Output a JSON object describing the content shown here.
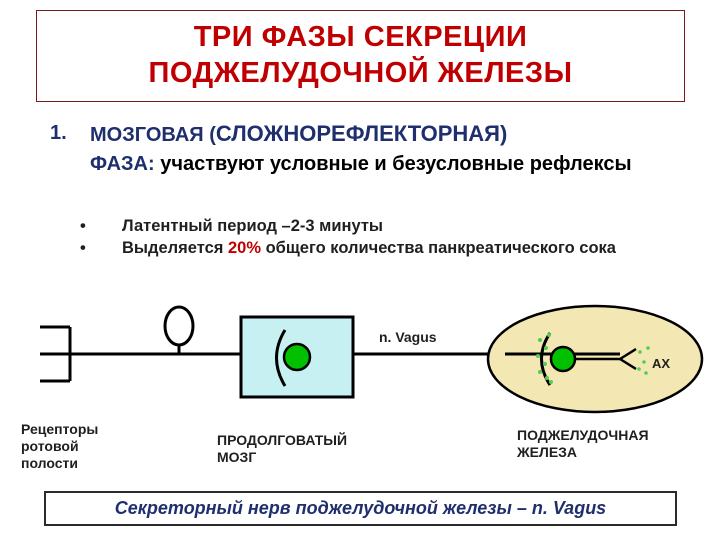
{
  "title": {
    "line1": "ТРИ ФАЗЫ СЕКРЕЦИИ",
    "line2": "ПОДЖЕЛУДОЧНОЙ ЖЕЛЕЗЫ"
  },
  "phase": {
    "number": "1.",
    "name_prefix": "МОЗГОВАЯ (",
    "name_main": "СЛОЖНОРЕФЛЕКТОРНАЯ)",
    "name_suffix": "ФАЗА:",
    "description": " участвуют условные и безусловные рефлексы"
  },
  "bullets": [
    {
      "marker": "•",
      "text": "Латентный период –2-3 минуты"
    },
    {
      "marker": "•",
      "text_before": "Выделяется ",
      "highlight": "20%",
      "text_after": " общего количества панкреатического сока"
    }
  ],
  "diagram": {
    "label_receptors": [
      "Рецепторы",
      "ротовой",
      "полости"
    ],
    "label_medulla": [
      "ПРОДОЛГОВАТЫЙ",
      "МОЗГ"
    ],
    "label_pancreas": [
      "ПОДЖЕЛУДОЧНАЯ",
      "ЖЕЛЕЗА"
    ],
    "label_nerve": "n. Vagus",
    "label_ax": "АХ",
    "colors": {
      "neuron_fill": "#00c000",
      "box_fill": "#c7f0f3",
      "gland_fill": "#f3e8b4",
      "title_red": "#c00000"
    }
  },
  "footer": {
    "text": "Секреторный нерв поджелудочной железы – n. Vagus"
  }
}
